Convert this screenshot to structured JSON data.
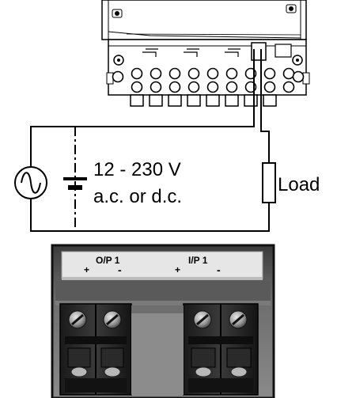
{
  "wiring": {
    "voltage_range": "12 - 230 V",
    "current_type": "a.c. or d.c.",
    "load_label": "Load"
  },
  "terminal_label": {
    "output": "O/P 1",
    "input": "I/P 1",
    "plus": "+",
    "minus": "-"
  }
}
